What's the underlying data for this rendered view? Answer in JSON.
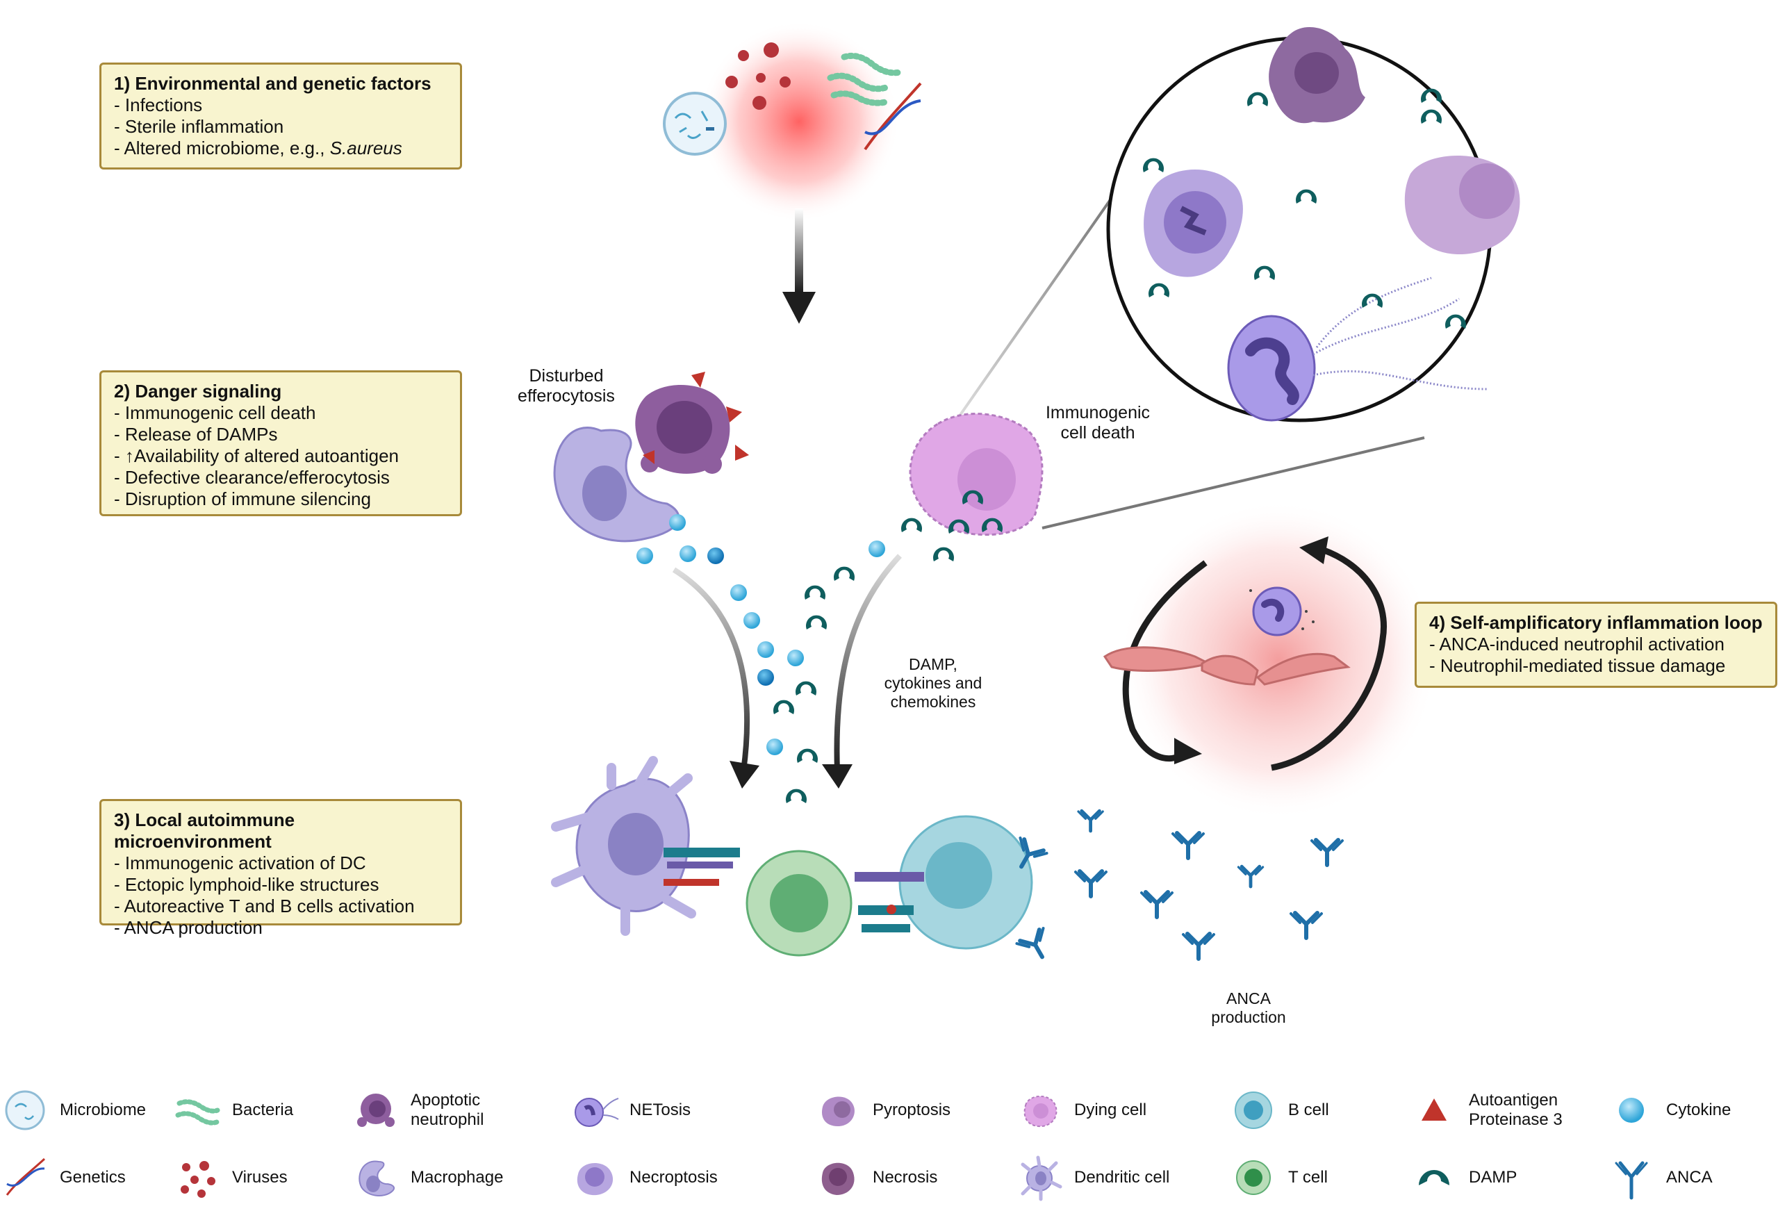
{
  "boxes": {
    "b1": {
      "title": "1) Environmental and genetic factors",
      "items": [
        "- Infections",
        "- Sterile inflammation",
        "- Altered microbiome, e.g., "
      ],
      "italic": "S.aureus"
    },
    "b2": {
      "title": "2) Danger signaling",
      "items": [
        "- Immunogenic cell death",
        "- Release of DAMPs",
        "- ↑Availability of altered autoantigen",
        "- Defective clearance/efferocytosis",
        "- Disruption of immune silencing"
      ]
    },
    "b3": {
      "title": "3) Local autoimmune microenvironment",
      "items": [
        "- Immunogenic activation of DC",
        "- Ectopic lymphoid-like  structures",
        "- Autoreactive T and B cells activation",
        "- ANCA production"
      ]
    },
    "b4": {
      "title": "4) Self-amplificatory inflammation loop",
      "items": [
        "- ANCA-induced neutrophil activation",
        "- Neutrophil-mediated tissue damage"
      ]
    }
  },
  "labels": {
    "disturbed": [
      "Disturbed",
      "efferocytosis"
    ],
    "immunogenic": [
      "Immunogenic",
      "cell death"
    ],
    "damp": [
      "DAMP,",
      "cytokines and",
      "chemokines"
    ],
    "anca": [
      "ANCA",
      "production"
    ]
  },
  "colors": {
    "box_fill": "#f8f4cf",
    "box_border": "#a88a3a",
    "damp": "#0f5e5e",
    "cytokine": "#3fb0dc",
    "anca": "#1f6fa8",
    "autoantigen": "#c0342b",
    "neutrophil": "#9b8ed6",
    "t_cell": "#5fae74",
    "b_cell": "#6bb7c8"
  },
  "legend": [
    {
      "icon": "microbiome-icon",
      "label": [
        "Microbiome"
      ]
    },
    {
      "icon": "bacteria-icon",
      "label": [
        "Bacteria"
      ]
    },
    {
      "icon": "apoptotic-neutrophil-icon",
      "label": [
        "Apoptotic",
        "neutrophil"
      ]
    },
    {
      "icon": "netosis-icon",
      "label": [
        "NETosis"
      ]
    },
    {
      "icon": "pyroptosis-icon",
      "label": [
        "Pyroptosis"
      ]
    },
    {
      "icon": "dying-cell-icon",
      "label": [
        "Dying cell"
      ]
    },
    {
      "icon": "b-cell-icon",
      "label": [
        "B cell"
      ]
    },
    {
      "icon": "autoantigen-icon",
      "label": [
        "Autoantigen",
        "Proteinase 3"
      ]
    },
    {
      "icon": "cytokine-icon",
      "label": [
        "Cytokine"
      ]
    },
    {
      "icon": "genetics-icon",
      "label": [
        "Genetics"
      ]
    },
    {
      "icon": "viruses-icon",
      "label": [
        "Viruses"
      ]
    },
    {
      "icon": "macrophage-icon",
      "label": [
        "Macrophage"
      ]
    },
    {
      "icon": "necroptosis-icon",
      "label": [
        "Necroptosis"
      ]
    },
    {
      "icon": "necrosis-icon",
      "label": [
        "Necrosis"
      ]
    },
    {
      "icon": "dendritic-cell-icon",
      "label": [
        "Dendritic cell"
      ]
    },
    {
      "icon": "t-cell-icon",
      "label": [
        "T cell"
      ]
    },
    {
      "icon": "damp-icon",
      "label": [
        "DAMP"
      ]
    },
    {
      "icon": "anca-icon",
      "label": [
        "ANCA"
      ]
    }
  ]
}
